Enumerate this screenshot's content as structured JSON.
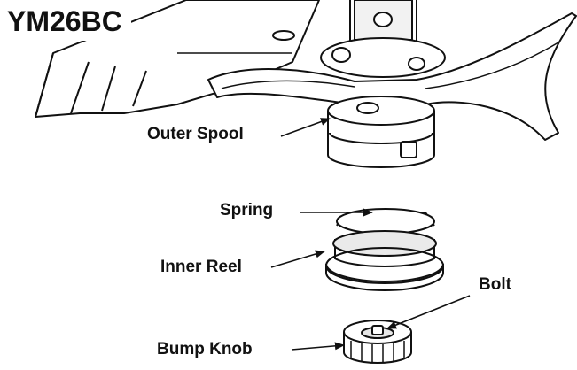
{
  "model": "YM26BC",
  "callouts": {
    "outer_spool": "Outer Spool",
    "spring": "Spring",
    "inner_reel": "Inner Reel",
    "bolt": "Bolt",
    "bump_knob": "Bump Knob"
  },
  "colors": {
    "line": "#111111",
    "shade": "#d9d9d9",
    "fill": "#ffffff"
  }
}
